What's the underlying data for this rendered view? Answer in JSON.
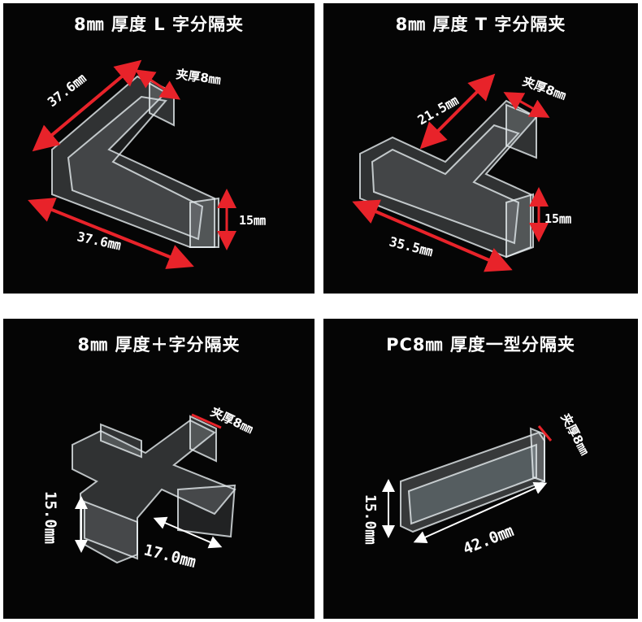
{
  "panels": [
    {
      "title": "8㎜ 厚度 L 字分隔夹",
      "labels": {
        "top_length": "37.6㎜",
        "clip": "夹厚8㎜",
        "height": "15㎜",
        "bottom_length": "37.6㎜"
      }
    },
    {
      "title": "8㎜ 厚度 T 字分隔夹",
      "labels": {
        "top_length": "21.5㎜",
        "clip": "夹厚8㎜",
        "height": "15㎜",
        "bottom_length": "35.5㎜"
      }
    },
    {
      "title": "8㎜ 厚度＋字分隔夹",
      "labels": {
        "clip": "夹厚8㎜",
        "height": "15.0㎜",
        "length": "17.0㎜"
      }
    },
    {
      "title": "PC8㎜ 厚度一型分隔夹",
      "labels": {
        "clip": "夹厚8㎜",
        "height": "15.0㎜",
        "length": "42.0㎜"
      }
    }
  ],
  "colors": {
    "arrow_red": "#e8232a",
    "arrow_white": "#ffffff",
    "panel_bg": "#050505",
    "acrylic": "#cfd6da"
  }
}
